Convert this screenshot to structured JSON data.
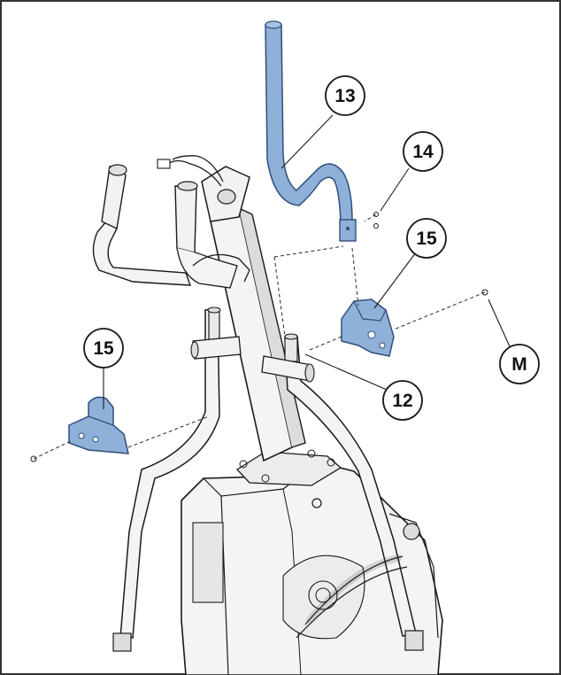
{
  "colors": {
    "frame": "#333333",
    "part": "#f4f4f4",
    "part_shade": "#d9d9d9",
    "highlight": "#8fb0d8",
    "highlight_stroke": "#2f4e7c",
    "callout_fill": "#ffffff",
    "callout_stroke": "#1a1a1a"
  },
  "callouts": {
    "c13": "13",
    "c14": "14",
    "c15_right": "15",
    "c15_left": "15",
    "c12": "12",
    "cM": "M"
  }
}
